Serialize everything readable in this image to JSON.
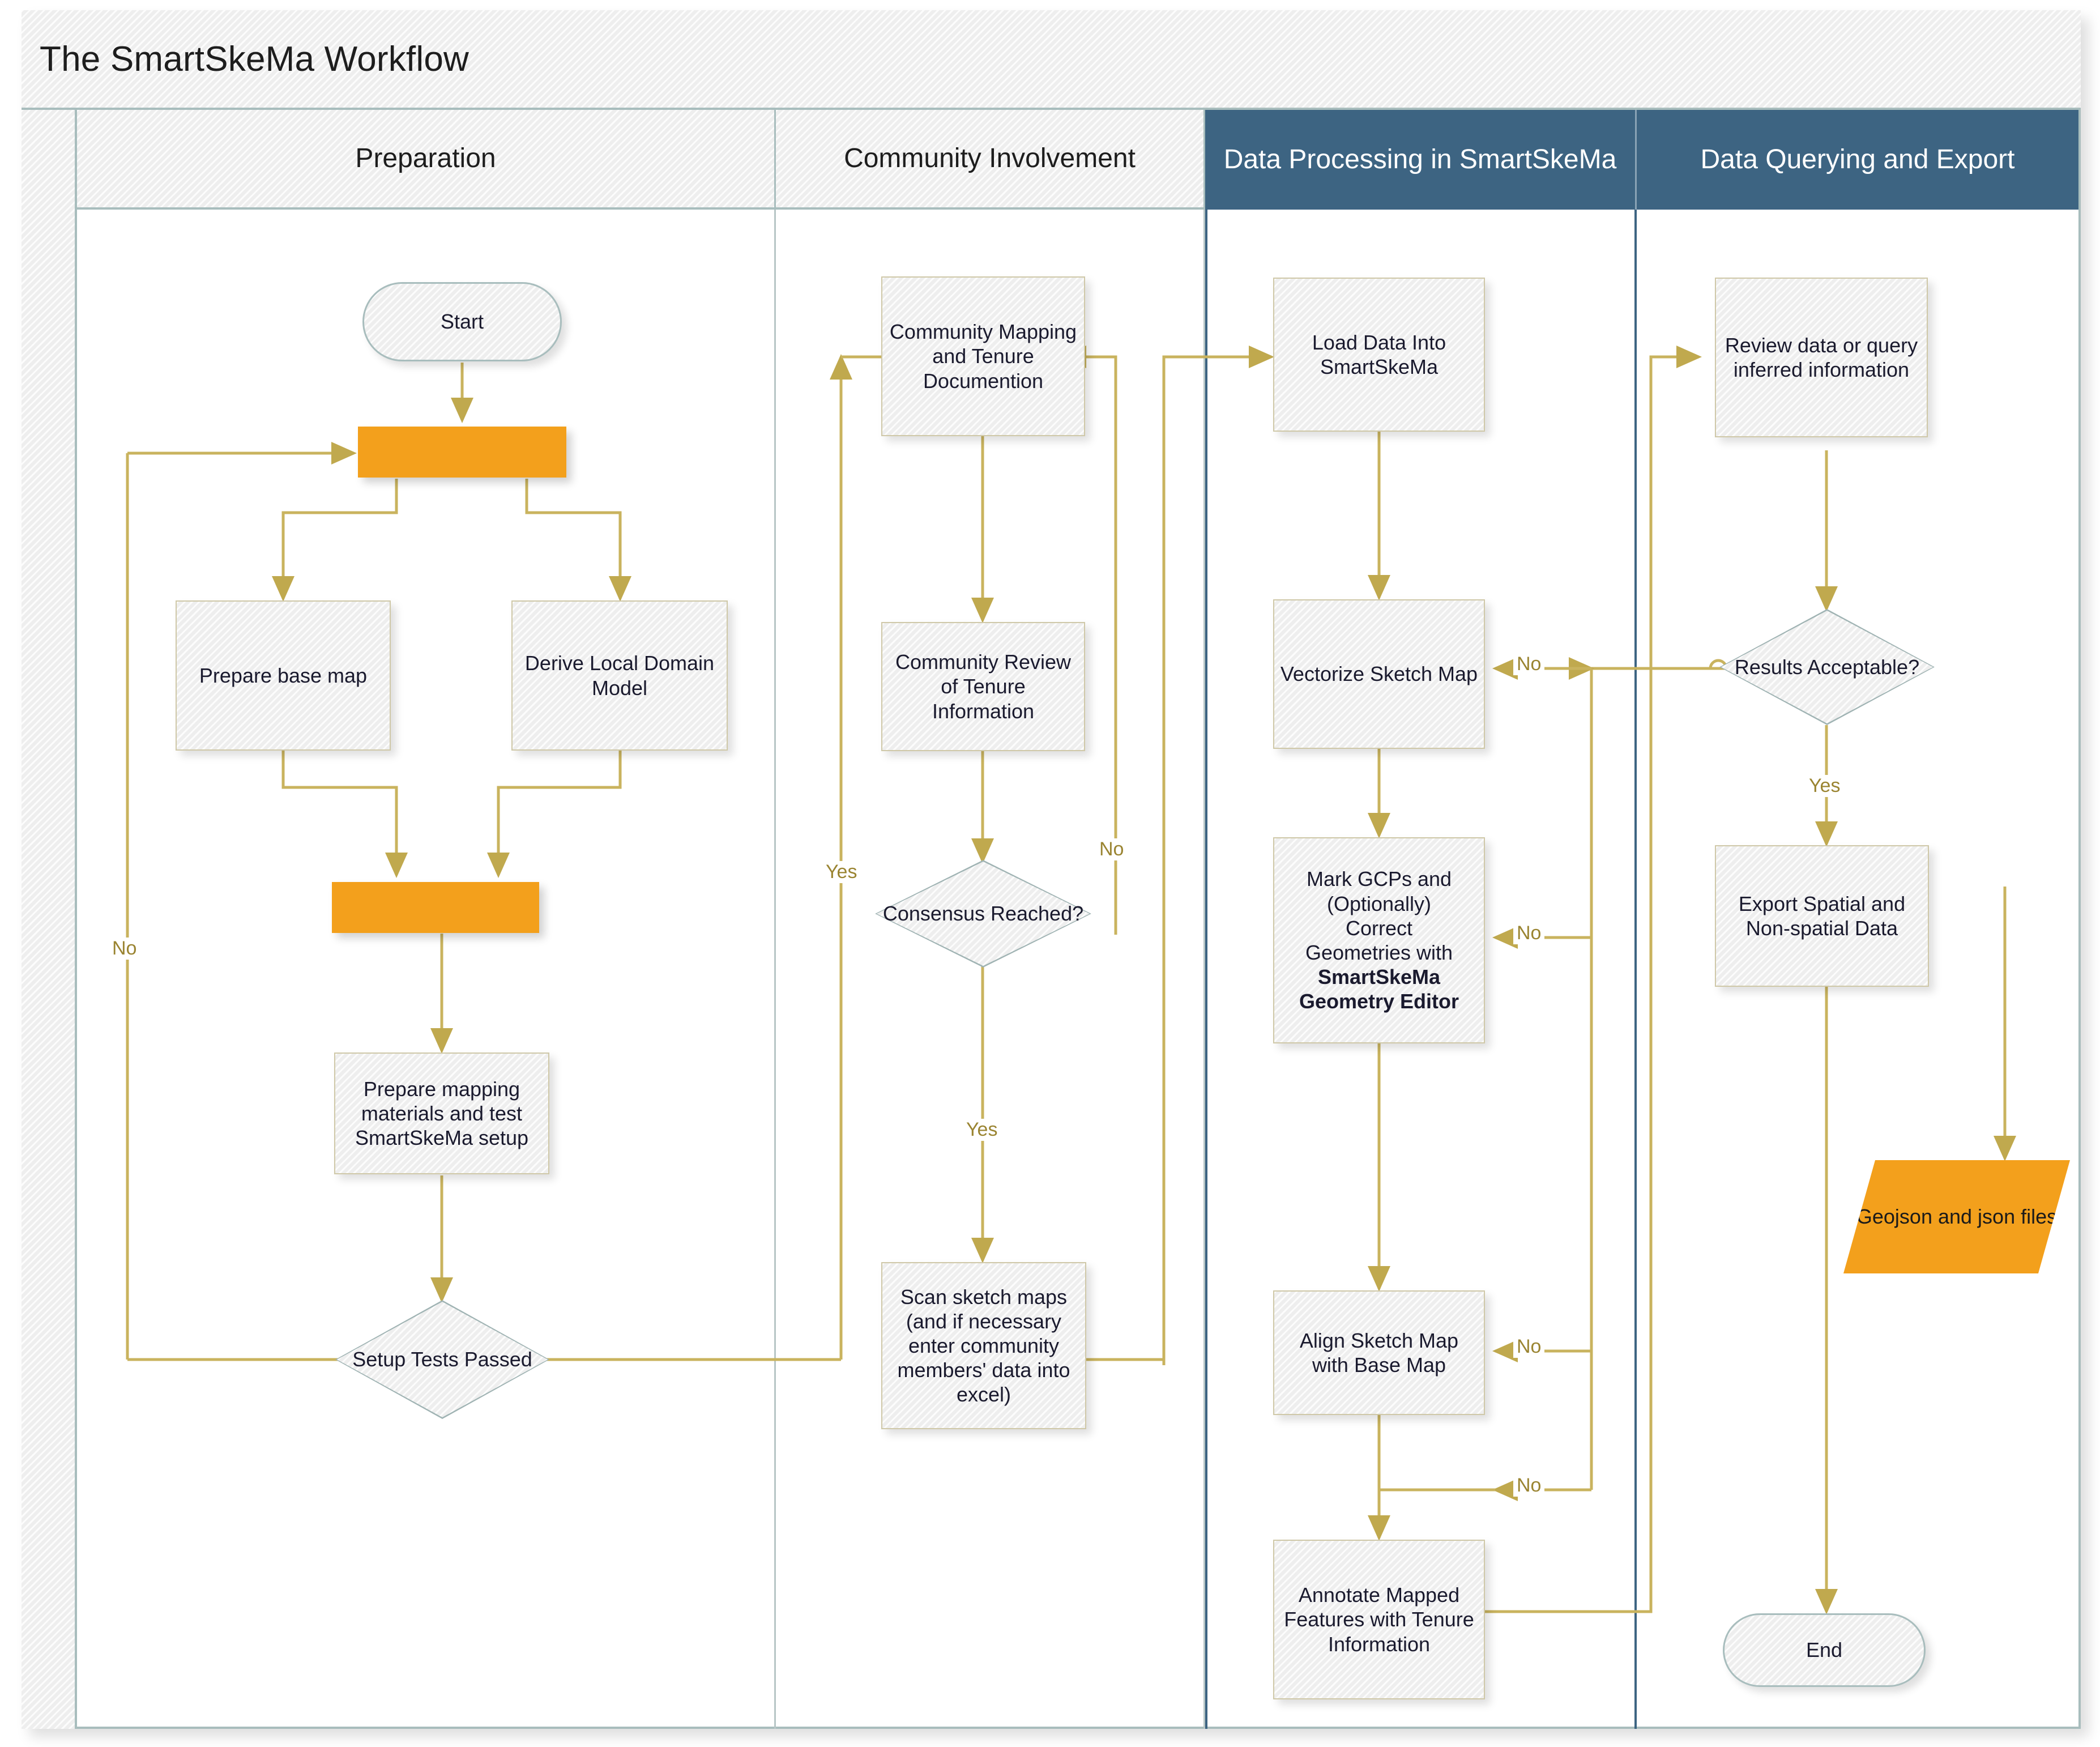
{
  "pool": {
    "title": "The SmartSkeMa Workflow"
  },
  "lanes": [
    {
      "id": "preparation",
      "label": "Preparation",
      "style": "light"
    },
    {
      "id": "community",
      "label": "Community Involvement",
      "style": "light"
    },
    {
      "id": "processing",
      "label": "Data Processing in SmartSkeMa",
      "style": "dark"
    },
    {
      "id": "export",
      "label": "Data Querying and Export",
      "style": "dark"
    }
  ],
  "nodes": {
    "start": "Start",
    "fork1": "",
    "prepare_base_map": "Prepare base map",
    "derive_local_domain_model": "Derive Local Domain Model",
    "join1": "",
    "prepare_materials": "Prepare mapping materials and test SmartSkeMa setup",
    "setup_tests": "Setup Tests Passed",
    "community_mapping": "Community Mapping and Tenure Documention",
    "community_review": "Community Review of Tenure Information",
    "consensus": "Consensus Reached?",
    "scan_sketch_maps": "Scan sketch maps (and if necessary enter community members' data into excel)",
    "load_data": "Load Data Into SmartSkeMa",
    "vectorize": "Vectorize Sketch Map",
    "mark_gcps_line1": "Mark GCPs and",
    "mark_gcps_line2": "(Optionally)",
    "mark_gcps_line3": "Correct",
    "mark_gcps_line4": "Geometries with",
    "mark_gcps_bold1": "SmartSkeMa",
    "mark_gcps_bold2": "Geometry Editor",
    "align_sketch_map": "Align Sketch Map with Base Map",
    "annotate_features": "Annotate Mapped Features with Tenure Information",
    "review_query": "Review data or query inferred information",
    "results_acceptable": "Results Acceptable?",
    "export_data": "Export Spatial and Non-spatial Data",
    "geojson_files": "Geojson and json files",
    "end": "End"
  },
  "edge_labels": {
    "setup_no": "No",
    "setup_yes": "Yes",
    "consensus_no": "No",
    "consensus_yes": "Yes",
    "results_no_vectorize": "No",
    "results_no_gcps": "No",
    "results_no_align": "No",
    "results_no_annotate": "No",
    "results_yes": "Yes"
  },
  "colors": {
    "accent_orange": "#f3a01c",
    "lane_dark": "#3d6482",
    "edge_gold": "#c9b35e",
    "node_border": "#cfc8a8",
    "pool_border": "#a8bdbd"
  }
}
